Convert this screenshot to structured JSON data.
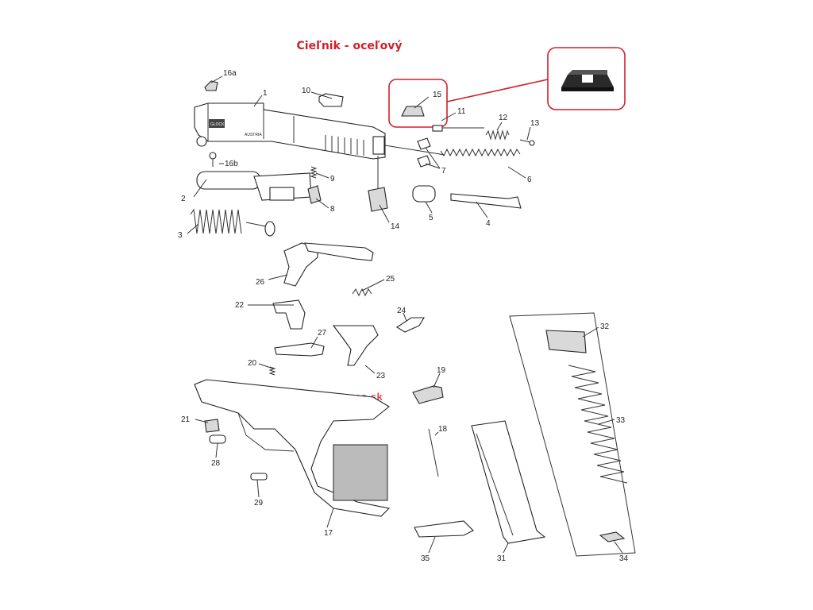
{
  "title": "Cieľnik - oceľový",
  "watermark": "www.hermes.sk",
  "highlight_color": "#d0202a",
  "parts": [
    {
      "id": "p1",
      "label": "1"
    },
    {
      "id": "p2",
      "label": "2"
    },
    {
      "id": "p3",
      "label": "3"
    },
    {
      "id": "p4",
      "label": "4"
    },
    {
      "id": "p5",
      "label": "5"
    },
    {
      "id": "p6",
      "label": "6"
    },
    {
      "id": "p7",
      "label": "7"
    },
    {
      "id": "p8",
      "label": "8"
    },
    {
      "id": "p9",
      "label": "9"
    },
    {
      "id": "p10",
      "label": "10"
    },
    {
      "id": "p11",
      "label": "11"
    },
    {
      "id": "p12",
      "label": "12"
    },
    {
      "id": "p13",
      "label": "13"
    },
    {
      "id": "p14",
      "label": "14"
    },
    {
      "id": "p15",
      "label": "15"
    },
    {
      "id": "p16a",
      "label": "16a"
    },
    {
      "id": "p16b",
      "label": "16b"
    },
    {
      "id": "p17",
      "label": "17"
    },
    {
      "id": "p18",
      "label": "18"
    },
    {
      "id": "p19",
      "label": "19"
    },
    {
      "id": "p20",
      "label": "20"
    },
    {
      "id": "p21",
      "label": "21"
    },
    {
      "id": "p22",
      "label": "22"
    },
    {
      "id": "p23",
      "label": "23"
    },
    {
      "id": "p24",
      "label": "24"
    },
    {
      "id": "p25",
      "label": "25"
    },
    {
      "id": "p26",
      "label": "26"
    },
    {
      "id": "p27",
      "label": "27"
    },
    {
      "id": "p28",
      "label": "28"
    },
    {
      "id": "p29",
      "label": "29"
    },
    {
      "id": "p31",
      "label": "31"
    },
    {
      "id": "p32",
      "label": "32"
    },
    {
      "id": "p33",
      "label": "33"
    },
    {
      "id": "p34",
      "label": "34"
    },
    {
      "id": "p35",
      "label": "35"
    }
  ],
  "slide_markings": {
    "brand": "GLOCK",
    "origin": "AUSTRIA"
  }
}
